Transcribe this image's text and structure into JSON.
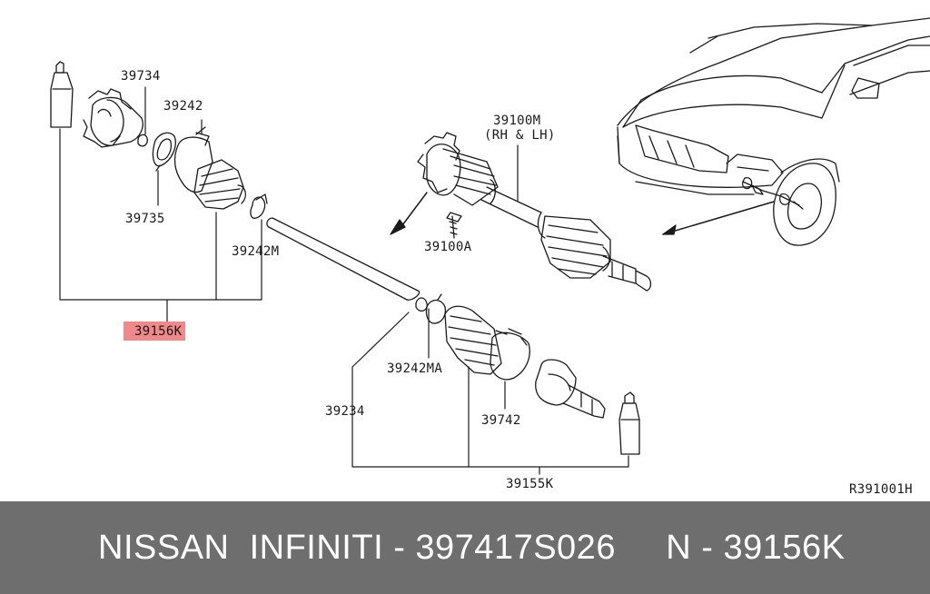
{
  "diagram": {
    "reference_code": "R391001H",
    "highlight_color": "#f08a8a",
    "part_labels": {
      "p39734": "39734",
      "p39242": "39242",
      "p39735": "39735",
      "p39242m": "39242M",
      "p39156k": "39156K",
      "p39100m_line1": "39100M",
      "p39100m_line2": "(RH & LH)",
      "p39100a": "39100A",
      "p39242ma": "39242MA",
      "p39234": "39234",
      "p39742": "39742",
      "p39155k": "39155K"
    }
  },
  "footer": {
    "caption": "NISSAN  INFINITI - 397417S026     N - 39156K",
    "background_color": "#6e6e6e"
  }
}
